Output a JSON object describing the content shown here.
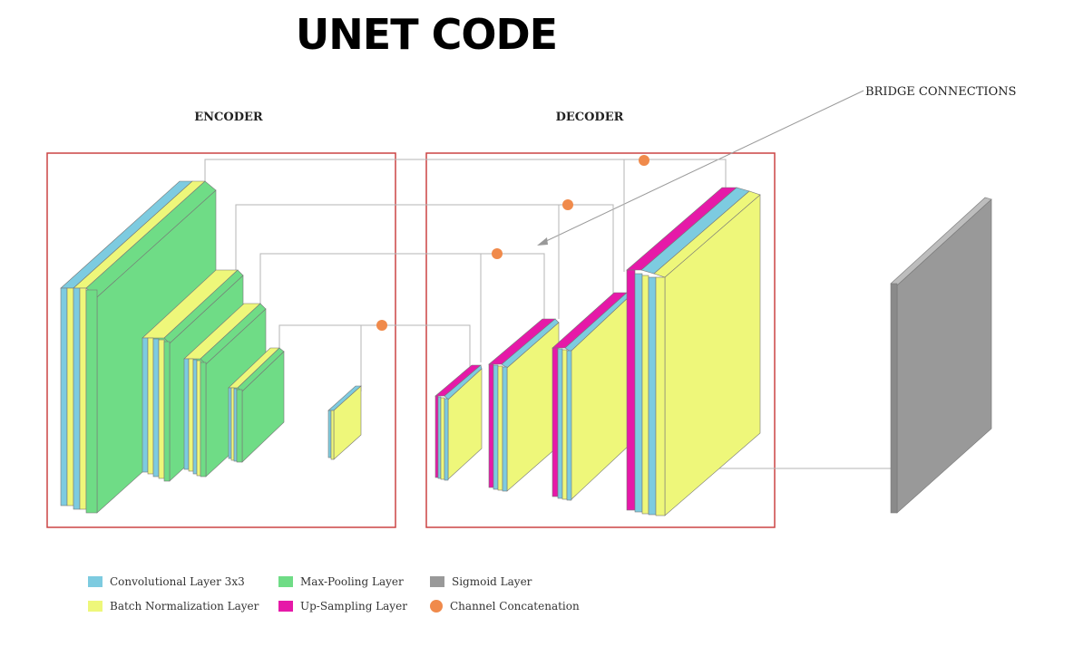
{
  "title": "UNET CODE",
  "sections": {
    "encoder": "ENCODER",
    "decoder": "DECODER",
    "bridge": "BRIDGE CONNECTIONS"
  },
  "colors": {
    "conv": "#7dcbe0",
    "batchnorm": "#eef77a",
    "maxpool": "#6fdc86",
    "upsample": "#e619a8",
    "sigmoid": "#999999",
    "concat": "#f08a4b",
    "frame": "#cc4444"
  },
  "legend": {
    "conv": "Convolutional Layer 3x3",
    "batchnorm": "Batch Normalization Layer",
    "maxpool": "Max-Pooling Layer",
    "upsample": "Up-Sampling Layer",
    "sigmoid": "Sigmoid Layer",
    "concat": "Channel Concatenation"
  }
}
